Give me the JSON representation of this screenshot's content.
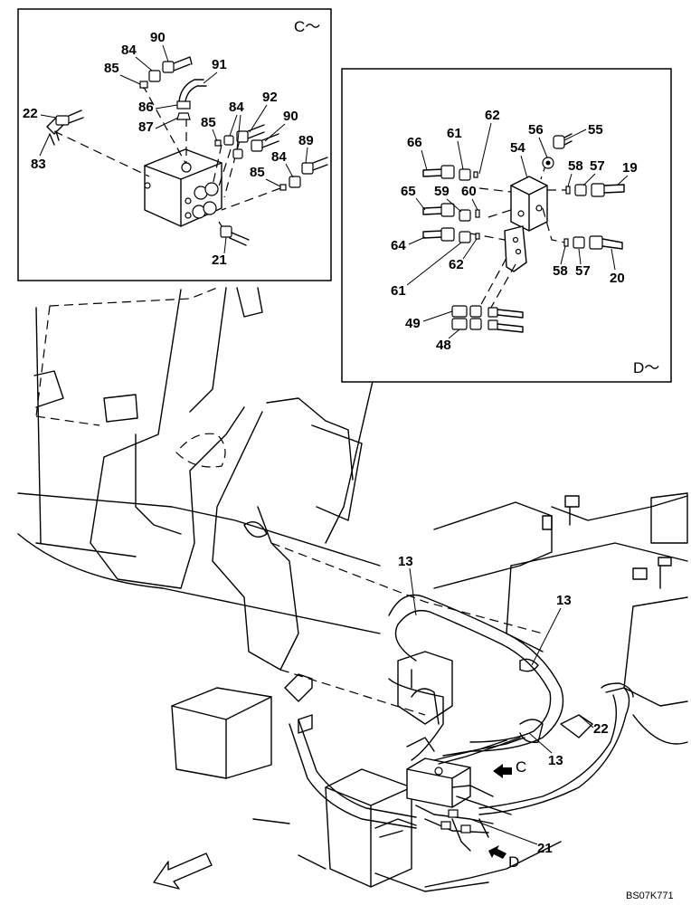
{
  "inset_c": {
    "view_label": "C～",
    "callouts": [
      "90",
      "84",
      "85",
      "91",
      "22",
      "86",
      "84",
      "87",
      "85",
      "92",
      "90",
      "83",
      "89",
      "84",
      "85",
      "21"
    ]
  },
  "inset_d": {
    "view_label": "D～",
    "callouts": [
      "62",
      "56",
      "55",
      "66",
      "61",
      "54",
      "58",
      "57",
      "19",
      "65",
      "59",
      "60",
      "64",
      "62",
      "61",
      "58",
      "57",
      "20",
      "49",
      "48"
    ]
  },
  "main": {
    "callouts": [
      "13",
      "13",
      "22",
      "13",
      "21"
    ],
    "view_arrow_c": "C",
    "view_arrow_d": "D"
  },
  "drawing_code": "BS07K771"
}
